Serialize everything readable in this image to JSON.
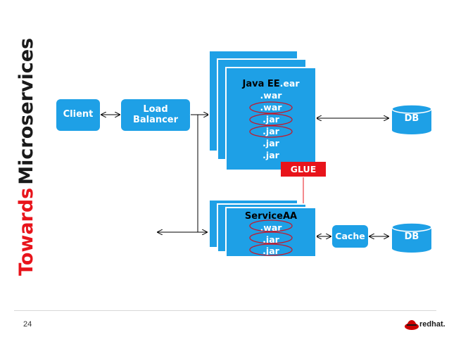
{
  "title": {
    "part1": "Towards",
    "part2": "Microservices"
  },
  "page_number": "24",
  "nodes": {
    "client": "Client",
    "load_balancer_line1": "Load",
    "load_balancer_line2": "Balancer",
    "cache": "Cache",
    "db_top": "DB",
    "db_bottom": "DB"
  },
  "javaee": {
    "title_main": "Java EE",
    "title_suffix": ".ear",
    "modules": [
      ".war",
      ".war",
      ".jar",
      ".jar",
      ".jar",
      ".jar"
    ]
  },
  "service": {
    "title": "ServiceAA",
    "modules": [
      ".war",
      ".jar",
      ".jar"
    ]
  },
  "glue": "GLUE",
  "brand_text": "redhat.",
  "colors": {
    "accent": "#1ea0e6",
    "title_red": "#e8141b",
    "title_dark": "#1a1a1a",
    "glue": "#e8141b"
  }
}
